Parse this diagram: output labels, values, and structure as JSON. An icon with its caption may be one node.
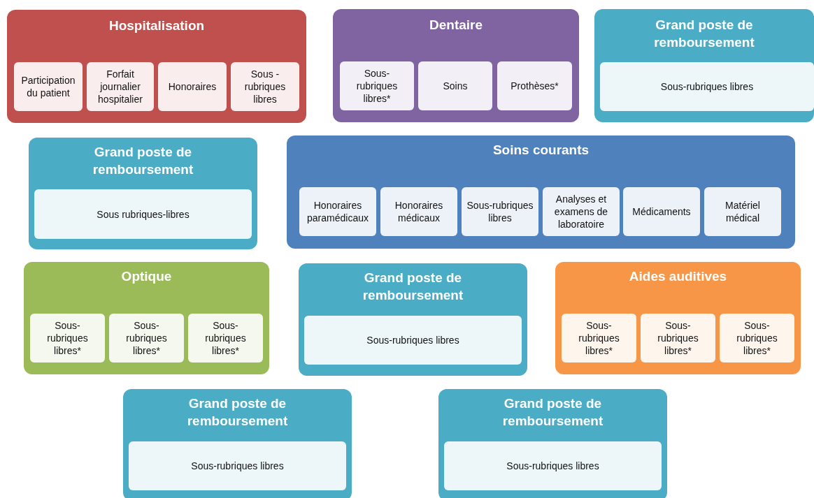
{
  "diagram": {
    "nodes": [
      {
        "text": [
          "Hospitalisation"
        ]
      },
      {
        "text": [
          "Participation du patient"
        ],
        "in": 0
      },
      {
        "text": [
          "Forfait journalier hospitalier"
        ],
        "in": 0
      },
      {
        "text": [
          "Honoraires"
        ],
        "in": 0
      },
      {
        "text": [
          "Sous - rubriques libres"
        ],
        "in": 0
      },
      {
        "text": [
          "Dentaire"
        ]
      },
      {
        "text": [
          "Sous-rubriques libres*"
        ],
        "in": 5
      },
      {
        "text": [
          "Soins"
        ],
        "in": 5
      },
      {
        "text": [
          "Prothèses*"
        ],
        "in": 5
      },
      {
        "text": [
          "Grand poste de remboursement"
        ]
      },
      {
        "text": [
          "Sous-rubriques libres"
        ],
        "in": 9
      },
      {
        "text": [
          "Grand poste de remboursement"
        ]
      },
      {
        "text": [
          "Sous rubriques-libres"
        ],
        "in": 11
      },
      {
        "text": [
          "Soins courants"
        ]
      },
      {
        "text": [
          "Honoraires paramédicaux"
        ],
        "in": 13
      },
      {
        "text": [
          "Honoraires médicaux"
        ],
        "in": 13
      },
      {
        "text": [
          "Sous-rubriques libres"
        ],
        "in": 13
      },
      {
        "text": [
          "Analyses et examens de laboratoire"
        ],
        "in": 13
      },
      {
        "text": [
          "Médicaments"
        ],
        "in": 13
      },
      {
        "text": [
          "Matériel médical"
        ],
        "in": 13
      },
      {
        "text": [
          "Optique"
        ]
      },
      {
        "text": [
          "Sous-rubriques libres*"
        ],
        "in": 20
      },
      {
        "text": [
          "Sous-rubriques libres*"
        ],
        "in": 20
      },
      {
        "text": [
          "Sous-rubriques libres*"
        ],
        "in": 20
      },
      {
        "text": [
          "Grand poste de remboursement"
        ]
      },
      {
        "text": [
          "Sous-rubriques libres"
        ],
        "in": 24
      },
      {
        "text": [
          "Aides auditives"
        ]
      },
      {
        "text": [
          "Sous-rubriques libres*"
        ],
        "in": 26
      },
      {
        "text": [
          "Sous-rubriques libres*"
        ],
        "in": 26
      },
      {
        "text": [
          "Sous-rubriques libres*"
        ],
        "in": 26
      },
      {
        "text": [
          "Grand poste de remboursement"
        ]
      },
      {
        "text": [
          "Sous-rubriques libres"
        ],
        "in": 30
      },
      {
        "text": [
          "Grand poste de remboursement"
        ]
      },
      {
        "text": [
          "Sous-rubriques libres"
        ],
        "in": 32
      }
    ],
    "edges": []
  }
}
